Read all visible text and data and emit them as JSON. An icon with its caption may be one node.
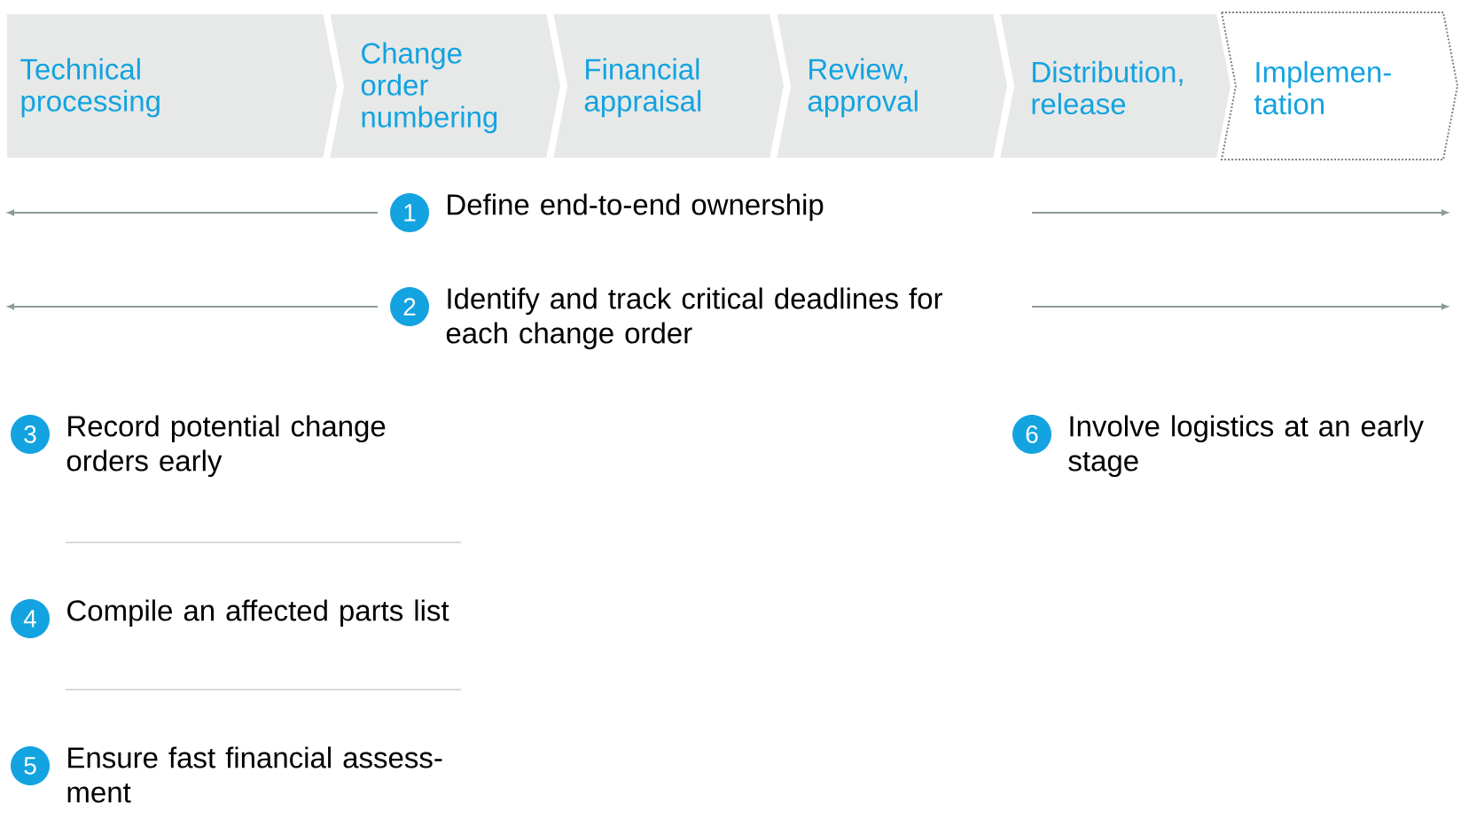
{
  "diagram": {
    "nodes": [
      {
        "text": [
          "Technical processing"
        ]
      },
      {
        "text": [
          "Change order numbering"
        ]
      },
      {
        "text": [
          "Financial appraisal"
        ]
      },
      {
        "text": [
          "Review, approval"
        ]
      },
      {
        "text": [
          "Distribution, release"
        ]
      },
      {
        "text": [
          "Implemen- tation"
        ]
      },
      {
        "text": [
          "1"
        ],
        "beside": [
          "Define end-to-end ownership"
        ]
      },
      {
        "text": [
          "2"
        ],
        "beside": [
          "Identify and track critical deadlines for each change order"
        ]
      },
      {
        "text": [
          "3"
        ],
        "beside": [
          "Record potential change orders early"
        ]
      },
      {
        "text": [
          "6"
        ],
        "beside": [
          "Involve logistics at an early stage"
        ]
      },
      {
        "text": [
          "4"
        ],
        "beside": [
          "Compile an affected parts list"
        ]
      },
      {
        "text": [
          "5"
        ],
        "beside": [
          "Ensure fast financial assess- ment"
        ]
      }
    ],
    "edges": []
  }
}
